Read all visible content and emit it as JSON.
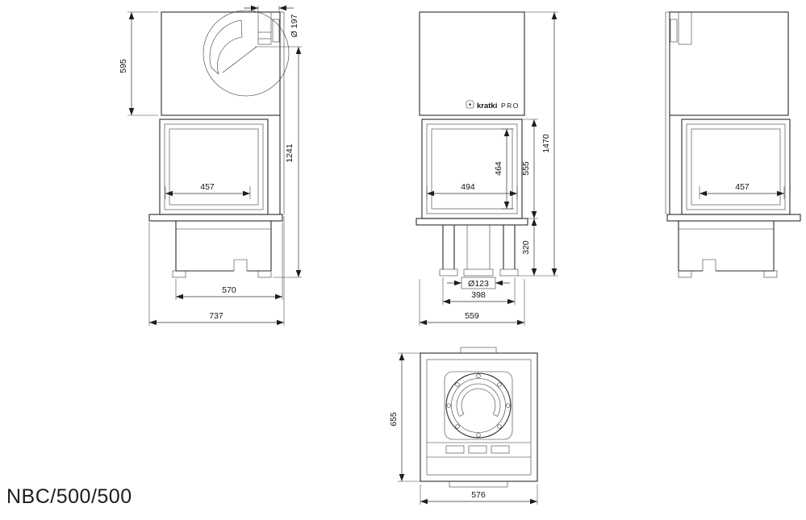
{
  "title": "NBC/500/500",
  "brand": {
    "name": "kratki",
    "series": "PRO"
  },
  "views": {
    "left_side": {
      "dims": {
        "hood_height": "595",
        "flue_diameter": "Ø 197",
        "flue_height": "1241",
        "glass_depth": "457",
        "base_depth": "570",
        "total_depth": "737"
      }
    },
    "front": {
      "dims": {
        "glass_height": "464",
        "glass_width": "494",
        "firebox_height": "555",
        "total_height": "1470",
        "base_height": "320",
        "inlet_diameter": "Ø123",
        "base_width": "398",
        "total_width": "559"
      }
    },
    "right_side": {
      "dims": {
        "glass_depth": "457"
      }
    },
    "top": {
      "dims": {
        "depth": "655",
        "width": "576"
      }
    }
  }
}
